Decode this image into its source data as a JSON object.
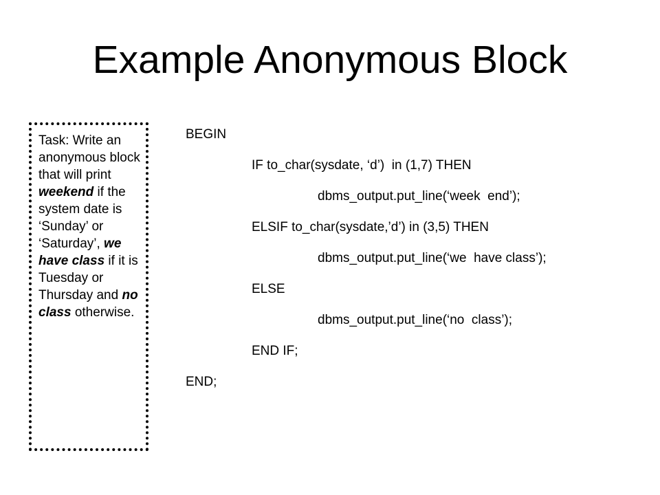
{
  "slide": {
    "title": "Example Anonymous Block"
  },
  "task": {
    "segments": [
      {
        "text": "Task: Write an anonymous block that will print ",
        "style": "plain"
      },
      {
        "text": "weekend",
        "style": "bold-italic"
      },
      {
        "text": " if the system date is ‘Sunday’ or ‘Saturday’, ",
        "style": "plain"
      },
      {
        "text": "we have class",
        "style": "bold-italic"
      },
      {
        "text": " if it is Tuesday or Thursday and ",
        "style": "plain"
      },
      {
        "text": "no class",
        "style": "bold-italic"
      },
      {
        "text": " otherwise.",
        "style": "plain"
      }
    ]
  },
  "code": {
    "lines": [
      {
        "indent": 0,
        "text": "BEGIN"
      },
      {
        "indent": 1,
        "text": "IF to_char(sysdate, ‘d’)  in (1,7) THEN"
      },
      {
        "indent": 2,
        "text": "dbms_output.put_line(‘week  end’);"
      },
      {
        "indent": 1,
        "text": "ELSIF to_char(sysdate,’d’) in (3,5) THEN"
      },
      {
        "indent": 2,
        "text": "dbms_output.put_line(‘we  have class’);"
      },
      {
        "indent": 1,
        "text": "ELSE"
      },
      {
        "indent": 2,
        "text": "dbms_output.put_line(‘no  class’);"
      },
      {
        "indent": 1,
        "text": "END IF;"
      },
      {
        "indent": 0,
        "text": "END;"
      }
    ]
  }
}
